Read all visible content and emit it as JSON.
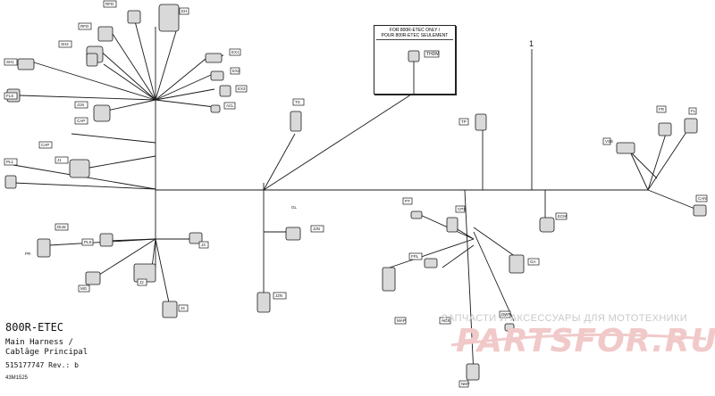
{
  "diagram": {
    "model": "800R-ETEC",
    "title_en": "Main Harness /",
    "title_fr": "Cablâge Principal",
    "part_number": "515177747 Rev.: b",
    "figure_code": "43M1525",
    "callout": "1",
    "note_box": {
      "line1": "FOR 800R-ETEC ONLY /",
      "line2": "POUR 800R-ETEC SEULEMENT",
      "connector_tag": "THDM"
    },
    "connector_tags": [
      "RFD",
      "RFD",
      "SH2",
      "SH1",
      "FLS",
      "PL1",
      "J1N",
      "CAP",
      "CAP",
      "J1",
      "DLW",
      "PLS",
      "PR",
      "MG",
      "J2",
      "J3",
      "J4",
      "EH",
      "EX1",
      "EX2",
      "EX3",
      "ACL",
      "TS",
      "J2N",
      "J2N",
      "TP",
      "PT",
      "CPS",
      "FPL",
      "MAP",
      "FR",
      "FL",
      "GA",
      "ACS",
      "DWP",
      "ECM",
      "CAN",
      "VSS",
      "NMT",
      "GL"
    ],
    "watermark_text": "ЗАПЧАСТИ И АКСЕССУАРЫ ДЛЯ МОТОТЕХНИКИ",
    "watermark_logo": "PARTSFOR.RU"
  },
  "colors": {
    "ink": "#1a1a1a",
    "connector_fill": "#d9d9d9",
    "watermark_red": "#e9a8a8",
    "watermark_gray": "#c9c9c9"
  }
}
